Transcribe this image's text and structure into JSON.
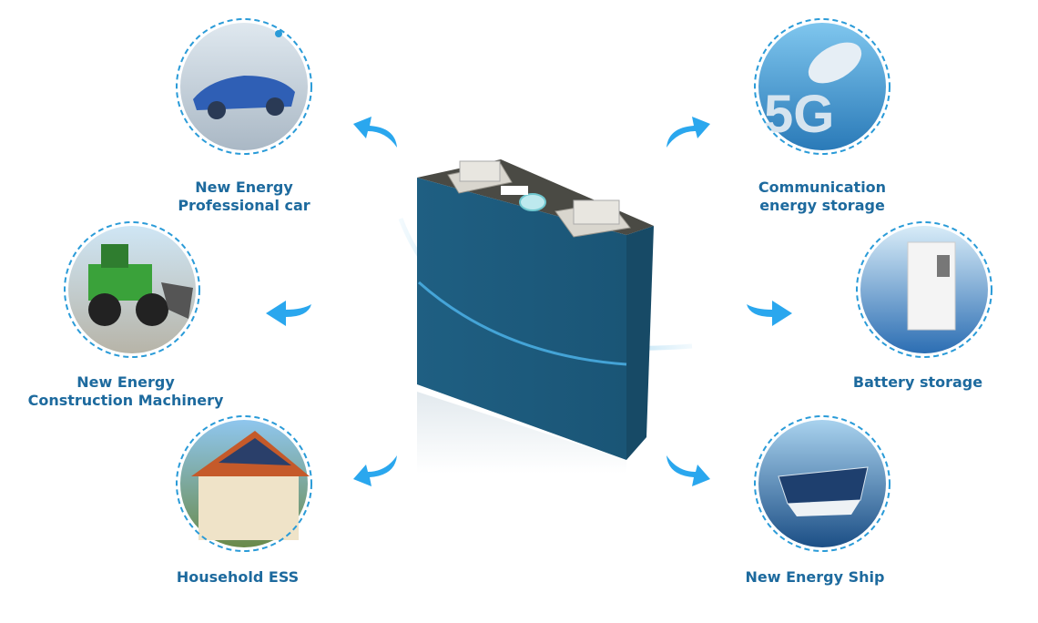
{
  "colors": {
    "label": "#1d6a9e",
    "ring": "#2a9bd8",
    "arrow": "#2aa7ee",
    "battery_body": "#1d5a7c",
    "battery_top": "#4a4a44"
  },
  "applications": [
    {
      "id": "car",
      "line1": "New Energy",
      "line2": "Professional car",
      "icon": "electric-car-image"
    },
    {
      "id": "communication",
      "line1": "Communication",
      "line2": "energy storage",
      "icon": "5g-antenna-image"
    },
    {
      "id": "machinery",
      "line1": "New Energy",
      "line2": "Construction Machinery",
      "icon": "wheel-loader-image"
    },
    {
      "id": "battery-storage",
      "line1": "Battery storage",
      "line2": "",
      "icon": "storage-cabinet-image"
    },
    {
      "id": "household",
      "line1": "Household ESS",
      "line2": "",
      "icon": "solar-house-image"
    },
    {
      "id": "ship",
      "line1": "New Energy Ship",
      "line2": "",
      "icon": "solar-ship-image"
    }
  ],
  "badges": {
    "fiveg": "5G"
  }
}
